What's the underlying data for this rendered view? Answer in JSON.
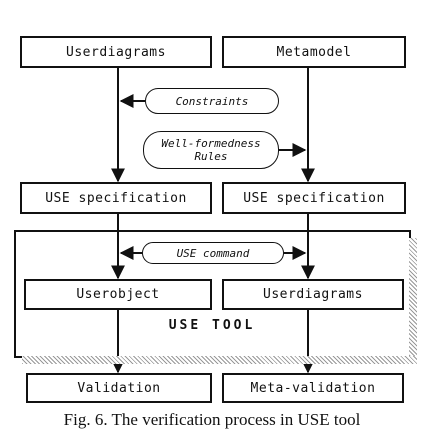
{
  "diagram": {
    "top_left": "Userdiagrams",
    "top_right": "Metamodel",
    "constraints": "Constraints",
    "wellformedness_line1": "Well-formedness",
    "wellformedness_line2": "Rules",
    "spec_left": "USE specification",
    "spec_right": "USE specification",
    "use_command": "USE command",
    "user_object": "Userobject",
    "user_diagrams_inner": "Userdiagrams",
    "tool_label": "USE TOOL",
    "validation": "Validation",
    "meta_validation": "Meta-validation"
  },
  "caption": "Fig. 6.  The verification process in USE tool"
}
